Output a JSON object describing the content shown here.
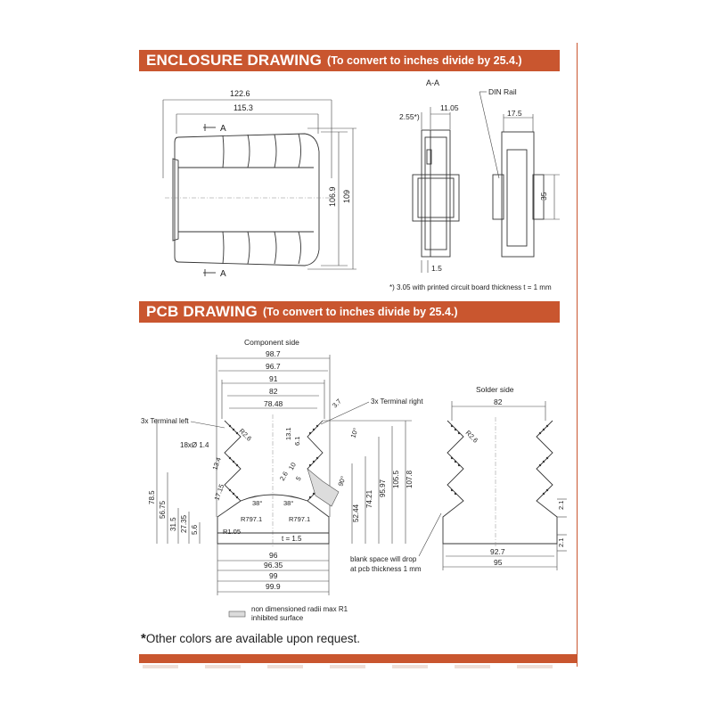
{
  "enclosure": {
    "title": "ENCLOSURE DRAWING",
    "subtitle": "(To convert to inches divide by 25.4.)",
    "dims": {
      "width_outer": "122.6",
      "width_inner": "115.3",
      "height_inner": "106.9",
      "height_outer": "109",
      "section_a": "A",
      "section_label": "A-A",
      "din_rail": "DIN Rail",
      "d_255": "2.55*)",
      "d_1105": "11.05",
      "d_175": "17.5",
      "d_35": "35",
      "d_15": "1.5"
    },
    "footnote": "*) 3.05 with printed circuit board thickness t = 1 mm"
  },
  "pcb": {
    "title": "PCB DRAWING",
    "subtitle": "(To convert to inches divide by 25.4.)",
    "component_side": "Component side",
    "solder_side": "Solder side",
    "terminal_left": "3x Terminal left",
    "terminal_right": "3x Terminal right",
    "holes": "18xØ 1.4",
    "top_dims": [
      "98.7",
      "96.7",
      "91",
      "82",
      "78.48"
    ],
    "bottom_dims": [
      "96",
      "96.35",
      "99",
      "99.9"
    ],
    "thickness": "t = 1.5",
    "left_dims": [
      "78.5",
      "56.75",
      "31.5",
      "27.35",
      "5.6"
    ],
    "right_dims": [
      "52.44",
      "74.21",
      "95.97",
      "105.5",
      "107.8"
    ],
    "small_dims": [
      "R2.6",
      "13.1",
      "6.1",
      "10°",
      "13.4",
      "17.15",
      "3.7",
      "2.6",
      "10",
      "5",
      "90°"
    ],
    "angles": [
      "38°",
      "38°"
    ],
    "radii": [
      "R797.1",
      "R797.1",
      "R1.05"
    ],
    "solder_dims": {
      "top": "82",
      "bottom_a": "92.7",
      "bottom_b": "95",
      "r": "R2.6",
      "d1": "2.1",
      "d2": "2.1"
    },
    "blank_note": [
      "blank space will drop",
      "at pcb thickness 1 mm"
    ],
    "legend": [
      "non dimensioned radii max R1",
      "inhibited surface"
    ]
  },
  "other_colors_note": "Other colors are available upon request.",
  "other_colors_star": "*"
}
